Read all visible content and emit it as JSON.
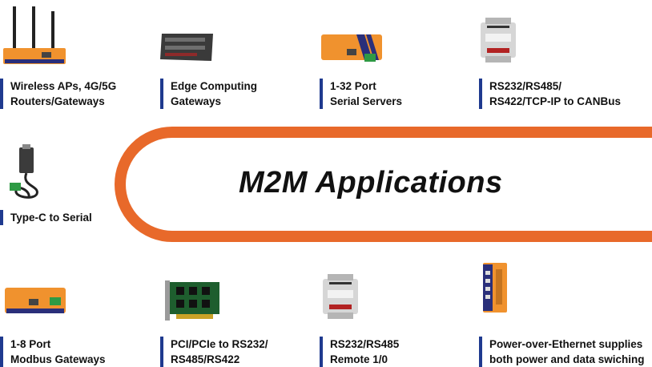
{
  "headline": "M2M Applications",
  "colors": {
    "arc": "#e8692a",
    "label_bar": "#1f3a8f",
    "device_orange": "#f0922e",
    "device_blue": "#2a2f7a"
  },
  "products": [
    {
      "id": "wireless",
      "icon": "wireless-router-icon",
      "lines": [
        "Wireless APs, 4G/5G",
        "Routers/Gateways"
      ]
    },
    {
      "id": "edge",
      "icon": "edge-gateway-icon",
      "lines": [
        "Edge Computing",
        "Gateways"
      ]
    },
    {
      "id": "serial-servers",
      "icon": "serial-server-icon",
      "lines": [
        "1-32 Port",
        "Serial Servers"
      ]
    },
    {
      "id": "canbus",
      "icon": "din-rail-module-icon",
      "lines": [
        "RS232/RS485/",
        "RS422/TCP-IP to CANBus"
      ]
    },
    {
      "id": "typec",
      "icon": "usb-serial-cable-icon",
      "lines": [
        "Type-C to Serial"
      ]
    },
    {
      "id": "modbus",
      "icon": "modbus-gateway-icon",
      "lines": [
        "1-8 Port",
        "Modbus Gateways"
      ]
    },
    {
      "id": "pcie",
      "icon": "pci-card-icon",
      "lines": [
        "PCI/PCIe to RS232/",
        "RS485/RS422"
      ]
    },
    {
      "id": "remote-io",
      "icon": "din-rail-module-icon",
      "lines": [
        "RS232/RS485",
        "Remote 1/0"
      ]
    },
    {
      "id": "poe",
      "icon": "poe-switch-icon",
      "lines": [
        "Power-over-Ethernet supplies",
        "both power and data swiching"
      ]
    }
  ]
}
